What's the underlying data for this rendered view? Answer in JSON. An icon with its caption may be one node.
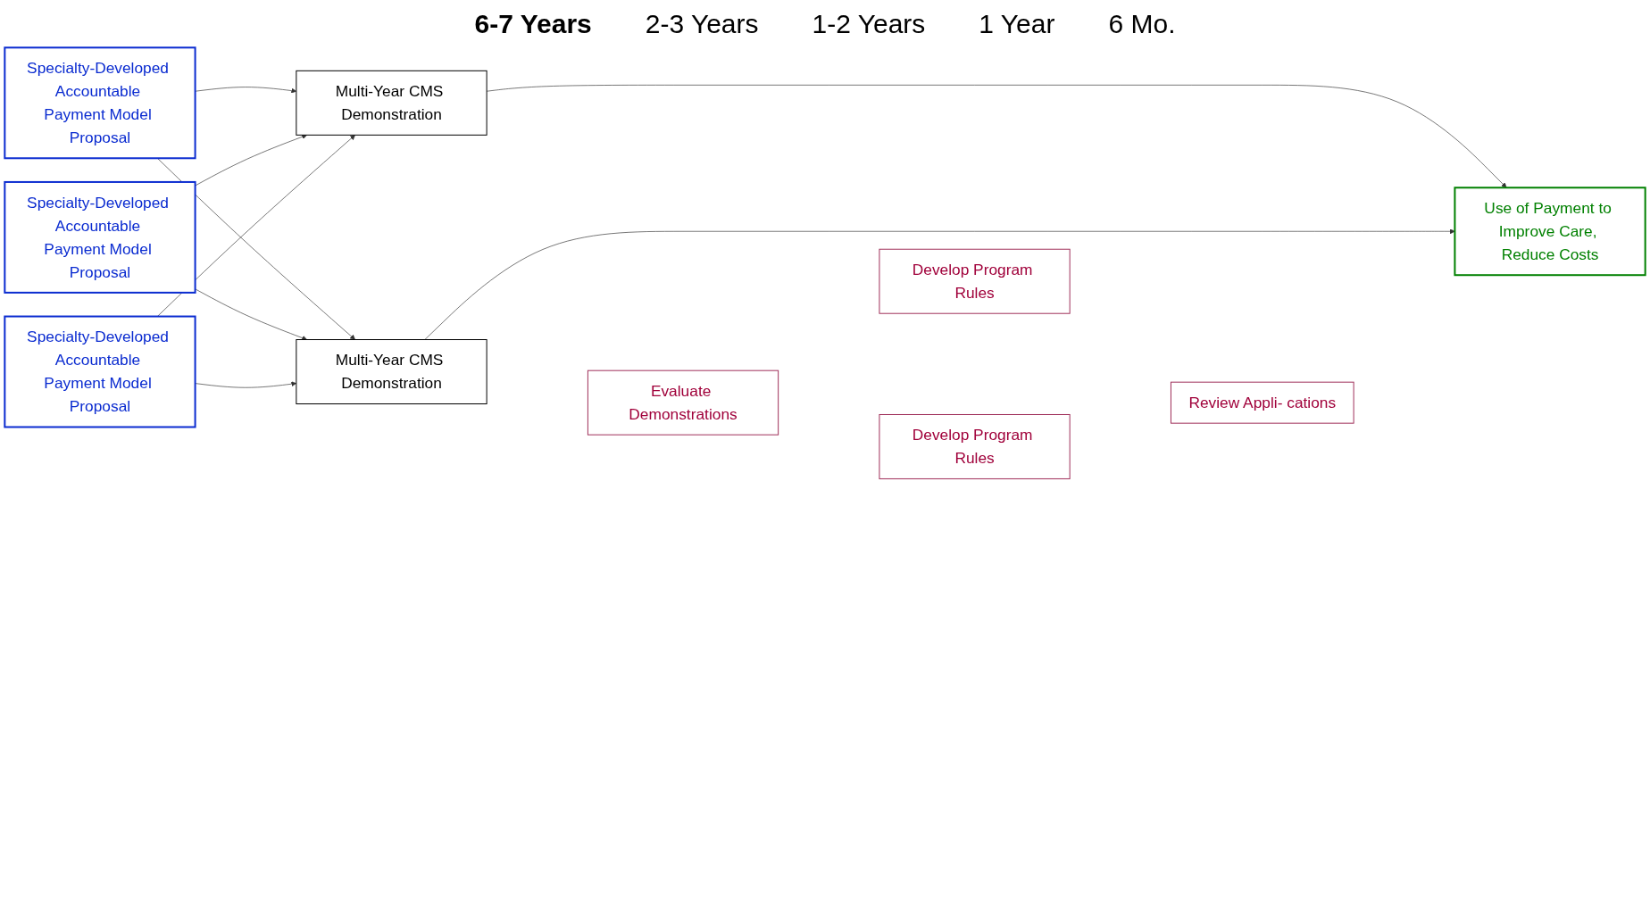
{
  "diagram": {
    "nodes": [
      {
        "text": [
          "Specialty-Developed Accountable Payment Model Proposal"
        ]
      },
      {
        "text": [
          "Specialty-Developed Accountable Payment Model Proposal"
        ]
      },
      {
        "text": [
          "Specialty-Developed Accountable Payment Model Proposal"
        ]
      },
      {
        "text": [
          "Multi-Year CMS Demonstration"
        ]
      },
      {
        "text": [
          "Multi-Year CMS Demonstration"
        ]
      },
      {
        "text": [
          "Evaluate Demonstrations"
        ]
      },
      {
        "text": [
          "Develop Program Rules"
        ]
      },
      {
        "text": [
          "Develop Program Rules"
        ]
      },
      {
        "text": [
          "Review Appli- cations"
        ]
      },
      {
        "text": [
          "Use of Payment to Improve Care, Reduce Costs"
        ]
      }
    ],
    "edges": [
      {
        "from": 0,
        "to": 3,
        "arrow": "to"
      },
      {
        "from": 0,
        "to": 4,
        "arrow": "to"
      },
      {
        "from": 1,
        "to": 3,
        "arrow": "to"
      },
      {
        "from": 1,
        "to": 4,
        "arrow": "to"
      },
      {
        "from": 2,
        "to": 3,
        "arrow": "to"
      },
      {
        "from": 2,
        "to": 4,
        "arrow": "to"
      },
      {
        "from": 3,
        "to": 9,
        "arrow": "to"
      },
      {
        "from": 4,
        "to": 9,
        "arrow": "to"
      }
    ],
    "labels": [
      "6-7 Years",
      "2-3 Years",
      "1-2 Years",
      "1 Year",
      "6 Mo."
    ]
  }
}
